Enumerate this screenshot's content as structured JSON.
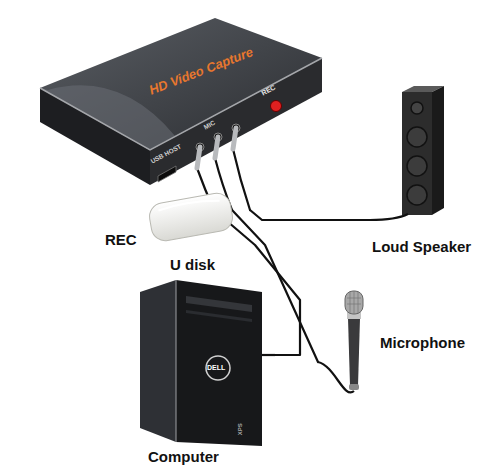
{
  "diagram": {
    "nodes": [
      {
        "text": [
          "HD Video Capture"
        ]
      },
      {
        "text": [
          "U disk"
        ]
      },
      {
        "text": [
          "Loud Speaker"
        ]
      },
      {
        "text": [
          "Microphone"
        ]
      },
      {
        "text": [
          "Computer"
        ]
      }
    ],
    "edges": [
      {
        "from": 0,
        "to": 2,
        "arrow": "none"
      },
      {
        "from": 0,
        "to": 3,
        "arrow": "none"
      },
      {
        "from": 0,
        "to": 4,
        "arrow": "none"
      }
    ],
    "labels": [
      "REC",
      "USB HOST",
      "MIC",
      "REC",
      "DELL",
      "XPS"
    ]
  }
}
